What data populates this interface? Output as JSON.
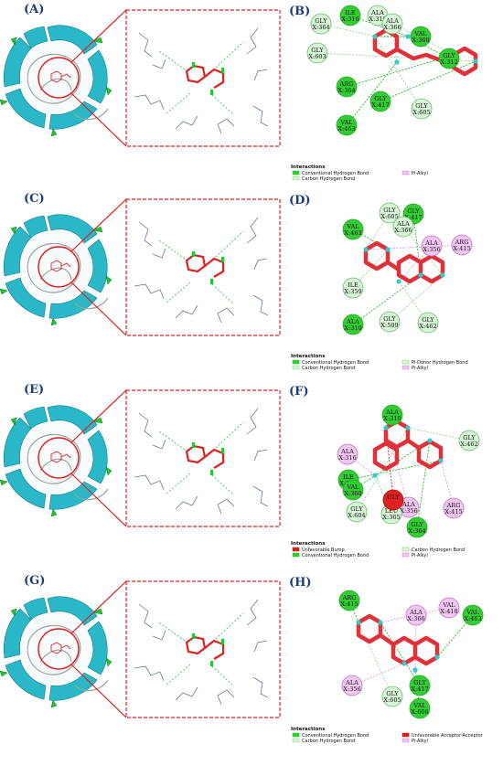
{
  "panels": [
    {
      "left_label": "(A)",
      "right_label": "(B)",
      "residues": [
        {
          "line1": "GLY",
          "line2": "X:364",
          "type": "carbon"
        },
        {
          "line1": "ILE",
          "line2": "X:316",
          "type": "conventional"
        },
        {
          "line1": "ALA",
          "line2": "X:310",
          "type": "carbon"
        },
        {
          "line1": "GLY",
          "line2": "X:603",
          "type": "carbon"
        },
        {
          "line1": "ALA",
          "line2": "X:366",
          "type": "carbon"
        },
        {
          "line1": "VAL",
          "line2": "X:360",
          "type": "conventional"
        },
        {
          "line1": "GLY",
          "line2": "X:312",
          "type": "conventional"
        },
        {
          "line1": "ARG",
          "line2": "X:364",
          "type": "conventional"
        },
        {
          "line1": "GLY",
          "line2": "X:417",
          "type": "conventional"
        },
        {
          "line1": "VAL",
          "line2": "X:463",
          "type": "conventional"
        },
        {
          "line1": "GLY",
          "line2": "X:605",
          "type": "carbon"
        }
      ],
      "legend_title": "Interactions",
      "legend": [
        {
          "label": "Conventional Hydrogen Bond",
          "type": "conventional"
        },
        {
          "label": "Pi-Alkyl",
          "type": "pialkyl"
        },
        {
          "label": "Carbon Hydrogen Bond",
          "type": "carbon"
        }
      ]
    },
    {
      "left_label": "(C)",
      "right_label": "(D)",
      "residues": [
        {
          "line1": "GLY",
          "line2": "X:605",
          "type": "carbon"
        },
        {
          "line1": "VAL",
          "line2": "X:463",
          "type": "conventional"
        },
        {
          "line1": "GLY",
          "line2": "X:417",
          "type": "conventional"
        },
        {
          "line1": "ALA",
          "line2": "X:366",
          "type": "carbon"
        },
        {
          "line1": "ALA",
          "line2": "X:356",
          "type": "pialkyl"
        },
        {
          "line1": "ARG",
          "line2": "X:415",
          "type": "pialkyl"
        },
        {
          "line1": "ILE",
          "line2": "X:359",
          "type": "carbon"
        },
        {
          "line1": "ALA",
          "line2": "X:310",
          "type": "conventional"
        },
        {
          "line1": "GLY",
          "line2": "X:509",
          "type": "carbon"
        },
        {
          "line1": "GLY",
          "line2": "X:462",
          "type": "carbon"
        }
      ],
      "legend_title": "Interactions",
      "legend": [
        {
          "label": "Conventional Hydrogen Bond",
          "type": "conventional"
        },
        {
          "label": "Pi-Donor Hydrogen Bond",
          "type": "carbon"
        },
        {
          "label": "Carbon Hydrogen Bond",
          "type": "carbon"
        },
        {
          "label": "Pi-Alkyl",
          "type": "pialkyl"
        }
      ]
    },
    {
      "left_label": "(E)",
      "right_label": "(F)",
      "residues": [
        {
          "line1": "ALA",
          "line2": "X:310",
          "type": "conventional"
        },
        {
          "line1": "GLY",
          "line2": "X:462",
          "type": "carbon"
        },
        {
          "line1": "ALA",
          "line2": "X:316",
          "type": "pialkyl"
        },
        {
          "line1": "ILE",
          "line2": "X:359",
          "type": "conventional"
        },
        {
          "line1": "VAL",
          "line2": "X:360",
          "type": "conventional"
        },
        {
          "line1": "ALA",
          "line2": "X:356",
          "type": "pialkyl"
        },
        {
          "line1": "GLY",
          "line2": "X:604",
          "type": "carbon"
        },
        {
          "line1": "LEU",
          "line2": "X:365",
          "type": "carbon"
        },
        {
          "line1": "ARG",
          "line2": "X:415",
          "type": "pialkyl"
        },
        {
          "line1": "GLY",
          "line2": "X:364",
          "type": "conventional"
        },
        {
          "line1": "GLY",
          "line2": "",
          "type": "bump"
        }
      ],
      "legend_title": "Interactions",
      "legend": [
        {
          "label": "Unfavorable Bump",
          "type": "bump"
        },
        {
          "label": "Carbon Hydrogen Bond",
          "type": "carbon"
        },
        {
          "label": "Conventional Hydrogen Bond",
          "type": "conventional"
        },
        {
          "label": "Pi-Alkyl",
          "type": "pialkyl"
        }
      ]
    },
    {
      "left_label": "(G)",
      "right_label": "(H)",
      "residues": [
        {
          "line1": "ARG",
          "line2": "X:415",
          "type": "conventional"
        },
        {
          "line1": "VAL",
          "line2": "X:418",
          "type": "pialkyl"
        },
        {
          "line1": "ALA",
          "line2": "X:366",
          "type": "pialkyl"
        },
        {
          "line1": "VAL",
          "line2": "X:463",
          "type": "conventional"
        },
        {
          "line1": "ALA",
          "line2": "X:356",
          "type": "pialkyl"
        },
        {
          "line1": "GLY",
          "line2": "X:605",
          "type": "carbon"
        },
        {
          "line1": "GLY",
          "line2": "X:417",
          "type": "conventional"
        },
        {
          "line1": "VAL",
          "line2": "X:606",
          "type": "conventional"
        }
      ],
      "legend_title": "Interactions",
      "legend": [
        {
          "label": "Conventional Hydrogen Bond",
          "type": "conventional"
        },
        {
          "label": "Unfavorable Acceptor-Acceptor",
          "type": "bump"
        },
        {
          "label": "Carbon Hydrogen Bond",
          "type": "carbon"
        },
        {
          "label": "Pi-Alkyl",
          "type": "pialkyl"
        }
      ]
    }
  ],
  "colors": {
    "conventional": "#33cc33",
    "carbon": "#d8f5d8",
    "pialkyl": "#f2c6f2",
    "bump": "#e02020",
    "ligand": "#e0303a",
    "oxygen_cap": "#33cccc",
    "ribbon": "#2ab8c8",
    "zoom_box": "#e02020"
  }
}
